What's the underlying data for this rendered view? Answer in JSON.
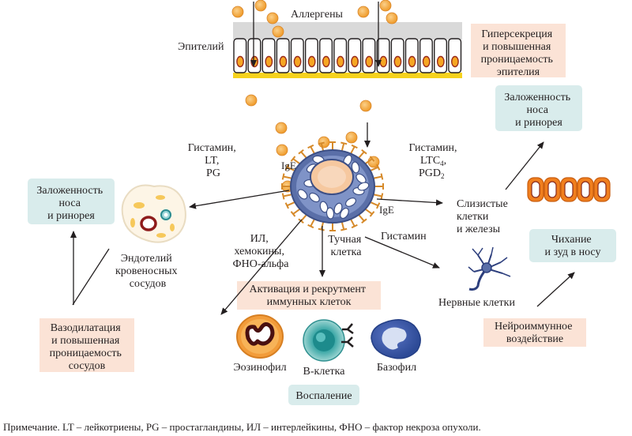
{
  "labels": {
    "allergens": "Аллергены",
    "epithelium": "Эпителий",
    "hypersecretion": [
      "Гиперсекреция",
      "и повышенная",
      "проницаемость",
      "эпителия"
    ],
    "congestion_top": [
      "Заложенность",
      "носа",
      "и ринорея"
    ],
    "congestion_left": [
      "Заложенность",
      "носа",
      "и ринорея"
    ],
    "mediators_left": [
      "Гистамин,",
      "LT,",
      "PG"
    ],
    "mediators_right": [
      "Гистамин,",
      "LTC",
      "PGD"
    ],
    "mediators_right_sub": [
      "4",
      "2"
    ],
    "ige_left": "IgE",
    "ige_right": "IgE",
    "mucous_glands": [
      "Слизистые",
      "клетки",
      "и железы"
    ],
    "mast_cell": [
      "Тучная",
      "клетка"
    ],
    "cytokines": [
      "ИЛ,",
      "хемокины,",
      "ФНО-альфа"
    ],
    "histamine": "Гистамин",
    "sneezing": [
      "Чихание",
      "и зуд в носу"
    ],
    "endothelium": [
      "Эндотелий",
      "кровеносных",
      "сосудов"
    ],
    "activation": [
      "Активация и рекрутмент",
      "иммунных клеток"
    ],
    "nerve_cells": "Нервные клетки",
    "vasodilation": [
      "Вазодилатация",
      "и повышенная",
      "проницаемость",
      "сосудов"
    ],
    "neuroimmune": [
      "Нейроиммунное",
      "воздействие"
    ],
    "eosinophil": "Эозинофил",
    "b_cell": "В-клетка",
    "basophil": "Базофил",
    "inflammation": "Воспаление",
    "footnote": "Примечание. LT – лейкотриены, PG – простагландины, ИЛ – интерлейкины, ФНО – фактор некроза опухоли."
  },
  "colors": {
    "salmon_box": "#fbe3d6",
    "blue_box": "#d9ecec",
    "allergen": "#f3a93b",
    "mast_cell": "#5a6fa8",
    "arrow": "#231f20"
  },
  "icons": [
    "allergen-particle",
    "epithelial-cell",
    "mast-cell",
    "endothelial-cell",
    "mucous-cell",
    "nerve-cell",
    "eosinophil",
    "b-cell",
    "basophil",
    "antibody"
  ]
}
